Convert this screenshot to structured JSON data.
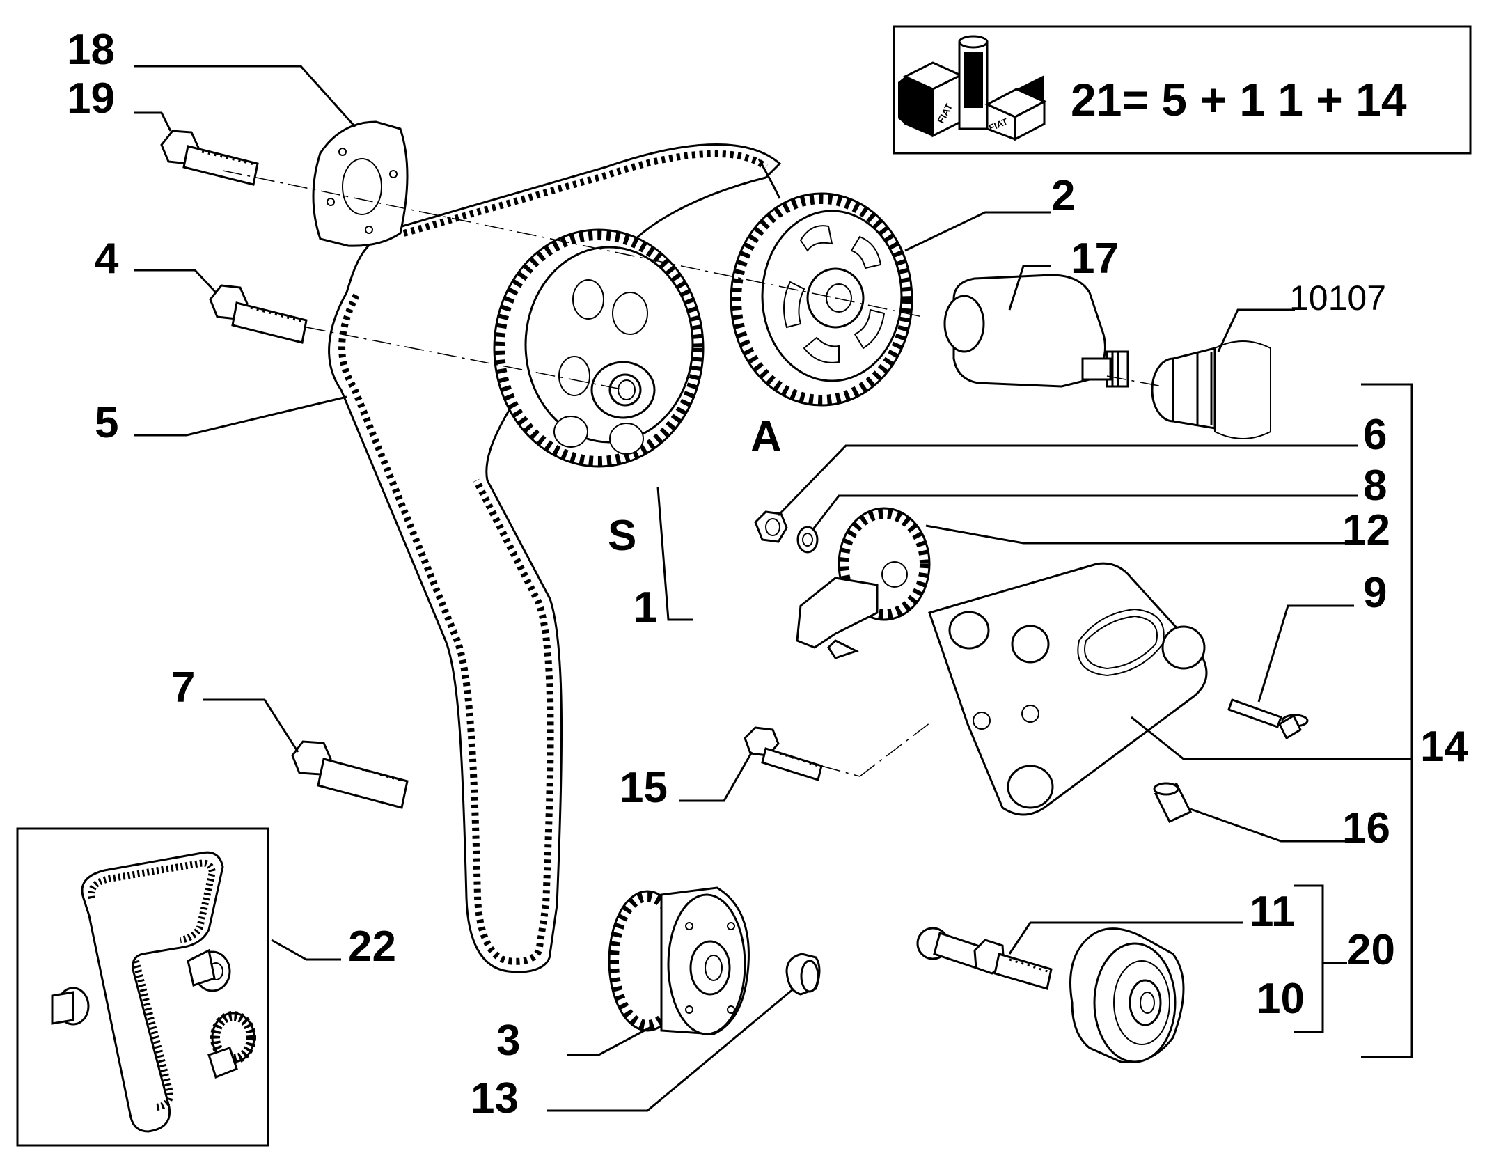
{
  "labels": {
    "c18": "18",
    "c19": "19",
    "c4": "4",
    "c5": "5",
    "c2": "2",
    "c17": "17",
    "c10107": "10107",
    "cA": "A",
    "cS": "S",
    "c1": "1",
    "c6": "6",
    "c8": "8",
    "c12": "12",
    "c9": "9",
    "c14": "14",
    "c7": "7",
    "c15": "15",
    "c16": "16",
    "c22": "22",
    "c11": "11",
    "c20": "20",
    "c10": "10",
    "c3": "3",
    "c13": "13"
  },
  "kit_legend": {
    "formula": "21= 5 + 1 1 + 14"
  },
  "icons": [
    "fiat-kit-box-icon"
  ]
}
